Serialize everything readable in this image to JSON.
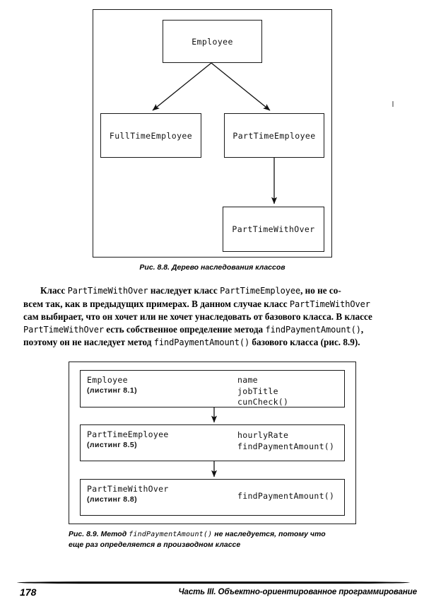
{
  "figure_88": {
    "caption": "Рис. 8.8. Дерево наследования классов",
    "boxes": [
      {
        "id": "employee",
        "label": "Employee"
      },
      {
        "id": "fulltime",
        "label": "FullTimeEmployee"
      },
      {
        "id": "parttime",
        "label": "PartTimeEmployee"
      },
      {
        "id": "parttimewithover",
        "label": "PartTimeWithOver"
      }
    ]
  },
  "body_paragraph": {
    "lines": [
      {
        "segments": [
          {
            "text": "Класс ",
            "style": "bold",
            "indent": true
          },
          {
            "text": "PartTimeWithOver",
            "style": "mono"
          },
          {
            "text": " наследует класс ",
            "style": "bold"
          },
          {
            "text": "PartTimeEmployee",
            "style": "mono"
          },
          {
            "text": ", но не со-",
            "style": "bold"
          }
        ]
      },
      {
        "segments": [
          {
            "text": "всем так, как в предыдущих примерах. В данном случае класс ",
            "style": "bold"
          },
          {
            "text": "PartTimeWithOver",
            "style": "mono"
          }
        ]
      },
      {
        "segments": [
          {
            "text": "сам выбирает, что он хочет или не хочет унаследовать от базового класса. В классе",
            "style": "bold"
          }
        ]
      },
      {
        "segments": [
          {
            "text": "PartTimeWithOver",
            "style": "mono"
          },
          {
            "text": " есть собственное определение метода ",
            "style": "bold"
          },
          {
            "text": "findPaymentAmount()",
            "style": "mono"
          },
          {
            "text": ",",
            "style": "bold"
          }
        ]
      },
      {
        "segments": [
          {
            "text": "поэтому он не наследует метод ",
            "style": "bold"
          },
          {
            "text": "findPaymentAmount()",
            "style": "mono"
          },
          {
            "text": " базового класса (рис. 8.9).",
            "style": "bold"
          }
        ]
      }
    ]
  },
  "figure_89": {
    "caption_line1_prefix": "Рис. 8.9. Метод ",
    "caption_mono": "findPaymentAmount()",
    "caption_line1_suffix": " не наследуется, потому что",
    "caption_line2": "еще раз определяется в производном классе",
    "rows": [
      {
        "id": "employee",
        "name": "Employee",
        "listing": "(листинг 8.1)",
        "members": [
          "name",
          "jobTitle",
          "cunCheck()"
        ]
      },
      {
        "id": "parttimeemployee",
        "name": "PartTimeEmployee",
        "listing": "(листинг 8.5)",
        "members": [
          "hourlyRate",
          "findPaymentAmount()"
        ]
      },
      {
        "id": "parttimewithover",
        "name": "PartTimeWithOver",
        "listing": "(листинг 8.8)",
        "members": [
          "findPaymentAmount()"
        ]
      }
    ]
  },
  "footer": {
    "page_number": "178",
    "running_title": "Часть III. Объектно-ориентированное программирование"
  },
  "colors": {
    "ink": "#000000",
    "stroke": "#1a1a1a",
    "paper": "#ffffff"
  }
}
